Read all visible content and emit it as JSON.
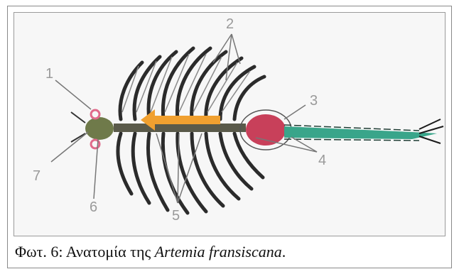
{
  "figure": {
    "callouts": [
      "1",
      "2",
      "3",
      "4",
      "5",
      "6",
      "7"
    ]
  },
  "caption": {
    "prefix": "Φωτ. 6: Ανατομία της ",
    "species": "Artemia fransiscana",
    "suffix": "."
  }
}
